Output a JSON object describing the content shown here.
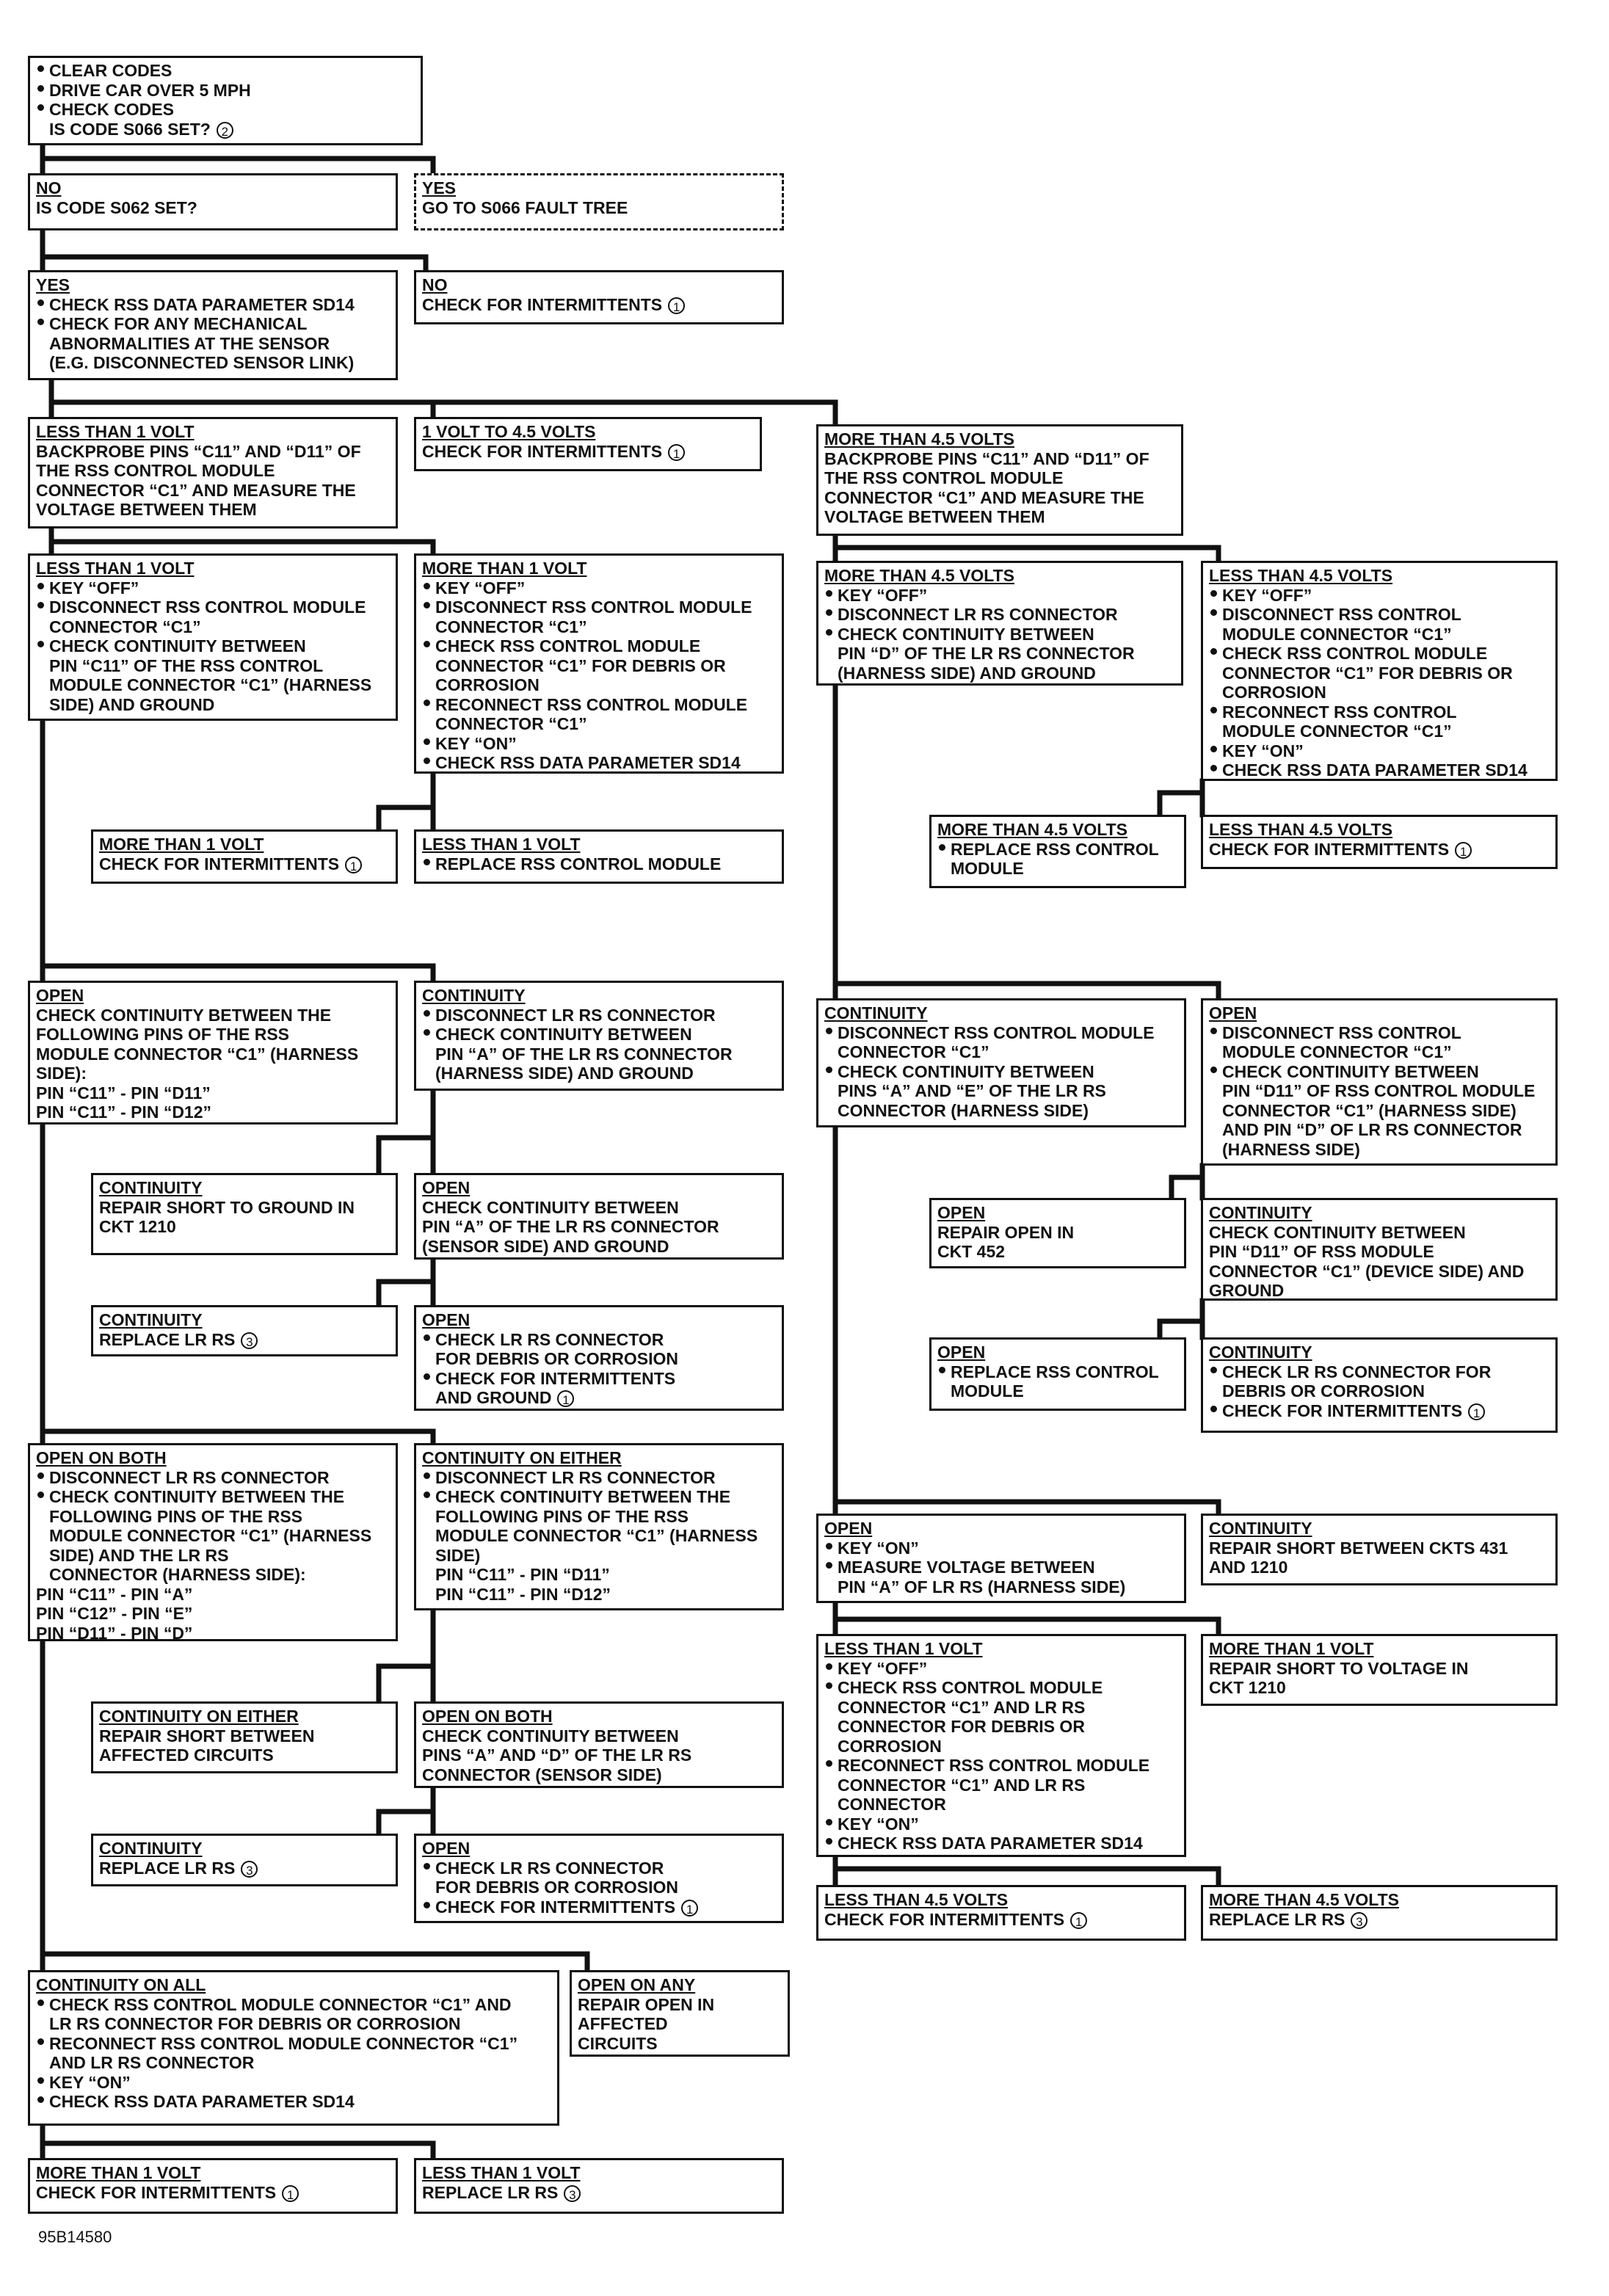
{
  "figure_id": "95B14580",
  "boxes": [
    {
      "id": "b_start",
      "lines": [
        {
          "t": "CLEAR CODES",
          "k": "bul"
        },
        {
          "t": "DRIVE CAR OVER 5 MPH",
          "k": "bul"
        },
        {
          "t": "CHECK CODES",
          "k": "bul"
        },
        {
          "t": "IS CODE S066 SET?",
          "k": "ind",
          "fn": "2"
        }
      ]
    },
    {
      "id": "b_no1",
      "head": "NO",
      "lines": [
        {
          "t": "IS CODE S062 SET?"
        }
      ]
    },
    {
      "id": "b_yes1",
      "head": "YES",
      "dashed": true,
      "lines": [
        {
          "t": "GO TO S066 FAULT TREE"
        }
      ]
    },
    {
      "id": "b_yes2",
      "head": "YES",
      "lines": [
        {
          "t": "CHECK RSS DATA PARAMETER SD14",
          "k": "bul"
        },
        {
          "t": "CHECK FOR ANY MECHANICAL",
          "k": "bul"
        },
        {
          "t": "ABNORMALITIES AT THE SENSOR",
          "k": "ind"
        },
        {
          "t": "(E.G. DISCONNECTED SENSOR LINK)",
          "k": "ind"
        }
      ]
    },
    {
      "id": "b_no2",
      "head": "NO",
      "lines": [
        {
          "t": "CHECK FOR INTERMITTENTS",
          "fn": "1"
        }
      ]
    },
    {
      "id": "b_lt1v",
      "head": "LESS THAN 1 VOLT",
      "lines": [
        {
          "t": "BACKPROBE PINS “C11” AND “D11” OF"
        },
        {
          "t": "THE RSS CONTROL MODULE"
        },
        {
          "t": "CONNECTOR “C1” AND MEASURE THE"
        },
        {
          "t": "VOLTAGE BETWEEN THEM"
        }
      ]
    },
    {
      "id": "b_1to45",
      "head": "1 VOLT TO 4.5 VOLTS",
      "lines": [
        {
          "t": "CHECK FOR INTERMITTENTS",
          "fn": "1"
        }
      ]
    },
    {
      "id": "b_gt45",
      "head": "MORE THAN 4.5 VOLTS",
      "lines": [
        {
          "t": "BACKPROBE PINS “C11” AND “D11” OF"
        },
        {
          "t": "THE RSS CONTROL MODULE"
        },
        {
          "t": "CONNECTOR “C1” AND MEASURE THE"
        },
        {
          "t": "VOLTAGE BETWEEN THEM"
        }
      ]
    },
    {
      "id": "b_a_lt1",
      "head": "LESS THAN 1 VOLT",
      "lines": [
        {
          "t": "KEY “OFF”",
          "k": "bul"
        },
        {
          "t": "DISCONNECT RSS CONTROL MODULE",
          "k": "bul"
        },
        {
          "t": "CONNECTOR “C1”",
          "k": "ind"
        },
        {
          "t": "CHECK CONTINUITY BETWEEN",
          "k": "bul"
        },
        {
          "t": "PIN “C11” OF THE RSS CONTROL",
          "k": "ind"
        },
        {
          "t": "MODULE CONNECTOR “C1” (HARNESS",
          "k": "ind"
        },
        {
          "t": "SIDE) AND GROUND",
          "k": "ind"
        }
      ]
    },
    {
      "id": "b_a_gt1",
      "head": "MORE THAN 1 VOLT",
      "lines": [
        {
          "t": "KEY “OFF”",
          "k": "bul"
        },
        {
          "t": "DISCONNECT RSS CONTROL MODULE",
          "k": "bul"
        },
        {
          "t": "CONNECTOR “C1”",
          "k": "ind"
        },
        {
          "t": "CHECK RSS CONTROL MODULE",
          "k": "bul"
        },
        {
          "t": "CONNECTOR “C1” FOR DEBRIS OR",
          "k": "ind"
        },
        {
          "t": "CORROSION",
          "k": "ind"
        },
        {
          "t": "RECONNECT RSS CONTROL MODULE",
          "k": "bul"
        },
        {
          "t": "CONNECTOR “C1”",
          "k": "ind"
        },
        {
          "t": "KEY “ON”",
          "k": "bul"
        },
        {
          "t": "CHECK RSS DATA PARAMETER SD14",
          "k": "bul"
        }
      ]
    },
    {
      "id": "b_c_gt45",
      "head": "MORE THAN 4.5 VOLTS",
      "lines": [
        {
          "t": "KEY “OFF”",
          "k": "bul"
        },
        {
          "t": "DISCONNECT LR RS CONNECTOR",
          "k": "bul"
        },
        {
          "t": "CHECK CONTINUITY BETWEEN",
          "k": "bul"
        },
        {
          "t": "PIN “D” OF THE LR RS CONNECTOR",
          "k": "ind"
        },
        {
          "t": "(HARNESS SIDE) AND GROUND",
          "k": "ind"
        }
      ]
    },
    {
      "id": "b_c_lt45",
      "head": "LESS THAN 4.5 VOLTS",
      "lines": [
        {
          "t": "KEY “OFF”",
          "k": "bul"
        },
        {
          "t": "DISCONNECT RSS CONTROL",
          "k": "bul"
        },
        {
          "t": "MODULE CONNECTOR “C1”",
          "k": "ind"
        },
        {
          "t": "CHECK RSS CONTROL MODULE",
          "k": "bul"
        },
        {
          "t": "CONNECTOR “C1” FOR DEBRIS OR",
          "k": "ind"
        },
        {
          "t": "CORROSION",
          "k": "ind"
        },
        {
          "t": "RECONNECT RSS CONTROL",
          "k": "bul"
        },
        {
          "t": "MODULE CONNECTOR “C1”",
          "k": "ind"
        },
        {
          "t": "KEY “ON”",
          "k": "bul"
        },
        {
          "t": "CHECK RSS DATA PARAMETER SD14",
          "k": "bul"
        }
      ]
    },
    {
      "id": "b_b_gt1",
      "head": "MORE THAN 1 VOLT",
      "lines": [
        {
          "t": "CHECK FOR INTERMITTENTS",
          "fn": "1"
        }
      ]
    },
    {
      "id": "b_b_lt1",
      "head": "LESS THAN 1 VOLT",
      "lines": [
        {
          "t": "REPLACE RSS CONTROL MODULE",
          "k": "bul"
        }
      ]
    },
    {
      "id": "b_d_gt45",
      "head": "MORE THAN 4.5 VOLTS",
      "lines": [
        {
          "t": "REPLACE RSS CONTROL",
          "k": "bul"
        },
        {
          "t": "MODULE",
          "k": "ind"
        }
      ]
    },
    {
      "id": "b_d_lt45",
      "head": "LESS THAN 4.5 VOLTS",
      "lines": [
        {
          "t": "CHECK FOR INTERMITTENTS",
          "fn": "1"
        }
      ]
    },
    {
      "id": "b_open1",
      "head": "OPEN",
      "lines": [
        {
          "t": "CHECK CONTINUITY BETWEEN THE"
        },
        {
          "t": "FOLLOWING PINS OF THE RSS"
        },
        {
          "t": "MODULE CONNECTOR “C1” (HARNESS"
        },
        {
          "t": "SIDE):"
        },
        {
          "t": "PIN “C11” - PIN “D11”"
        },
        {
          "t": "PIN “C11” - PIN “D12”"
        }
      ]
    },
    {
      "id": "b_cont1",
      "head": "CONTINUITY",
      "lines": [
        {
          "t": "DISCONNECT LR RS CONNECTOR",
          "k": "bul"
        },
        {
          "t": "CHECK CONTINUITY BETWEEN",
          "k": "bul"
        },
        {
          "t": "PIN “A” OF THE LR RS CONNECTOR",
          "k": "ind"
        },
        {
          "t": "(HARNESS SIDE) AND GROUND",
          "k": "ind"
        }
      ]
    },
    {
      "id": "b_cont2",
      "head": "CONTINUITY",
      "lines": [
        {
          "t": "DISCONNECT RSS CONTROL MODULE",
          "k": "bul"
        },
        {
          "t": "CONNECTOR “C1”",
          "k": "ind"
        },
        {
          "t": "CHECK CONTINUITY BETWEEN",
          "k": "bul"
        },
        {
          "t": "PINS “A” AND “E” OF THE LR RS",
          "k": "ind"
        },
        {
          "t": "CONNECTOR (HARNESS SIDE)",
          "k": "ind"
        }
      ]
    },
    {
      "id": "b_open2",
      "head": "OPEN",
      "lines": [
        {
          "t": "DISCONNECT RSS CONTROL",
          "k": "bul"
        },
        {
          "t": "MODULE CONNECTOR “C1”",
          "k": "ind"
        },
        {
          "t": "CHECK CONTINUITY BETWEEN",
          "k": "bul"
        },
        {
          "t": "PIN “D11” OF RSS CONTROL MODULE",
          "k": "ind"
        },
        {
          "t": "CONNECTOR “C1” (HARNESS SIDE)",
          "k": "ind"
        },
        {
          "t": "AND PIN “D” OF LR RS CONNECTOR",
          "k": "ind"
        },
        {
          "t": "(HARNESS SIDE)",
          "k": "ind"
        }
      ]
    },
    {
      "id": "b_cont3",
      "head": "CONTINUITY",
      "lines": [
        {
          "t": "REPAIR SHORT TO GROUND IN"
        },
        {
          "t": "CKT 1210"
        }
      ]
    },
    {
      "id": "b_open3",
      "head": "OPEN",
      "lines": [
        {
          "t": "CHECK CONTINUITY BETWEEN"
        },
        {
          "t": "PIN “A” OF THE LR RS CONNECTOR"
        },
        {
          "t": "(SENSOR SIDE) AND GROUND"
        }
      ]
    },
    {
      "id": "b_open4",
      "head": "OPEN",
      "lines": [
        {
          "t": "REPAIR OPEN IN"
        },
        {
          "t": "CKT 452"
        }
      ]
    },
    {
      "id": "b_cont4",
      "head": "CONTINUITY",
      "lines": [
        {
          "t": "CHECK CONTINUITY BETWEEN"
        },
        {
          "t": "PIN “D11” OF RSS MODULE"
        },
        {
          "t": "CONNECTOR “C1” (DEVICE SIDE) AND"
        },
        {
          "t": "GROUND"
        }
      ]
    },
    {
      "id": "b_cont5",
      "head": "CONTINUITY",
      "lines": [
        {
          "t": "REPLACE LR RS",
          "fn": "3"
        }
      ]
    },
    {
      "id": "b_open5",
      "head": "OPEN",
      "lines": [
        {
          "t": "CHECK LR RS CONNECTOR",
          "k": "bul"
        },
        {
          "t": "FOR DEBRIS OR CORROSION",
          "k": "ind"
        },
        {
          "t": "CHECK FOR INTERMITTENTS",
          "k": "bul"
        },
        {
          "t": "AND GROUND",
          "k": "ind",
          "fn": "1"
        }
      ]
    },
    {
      "id": "b_open6",
      "head": "OPEN",
      "lines": [
        {
          "t": "REPLACE RSS CONTROL",
          "k": "bul"
        },
        {
          "t": "MODULE",
          "k": "ind"
        }
      ]
    },
    {
      "id": "b_cont6",
      "head": "CONTINUITY",
      "lines": [
        {
          "t": "CHECK LR RS CONNECTOR FOR",
          "k": "bul"
        },
        {
          "t": "DEBRIS OR CORROSION",
          "k": "ind"
        },
        {
          "t": "CHECK FOR INTERMITTENTS",
          "k": "bul",
          "fn": "1"
        }
      ]
    },
    {
      "id": "b_openboth",
      "head": "OPEN ON BOTH",
      "lines": [
        {
          "t": "DISCONNECT LR RS CONNECTOR",
          "k": "bul"
        },
        {
          "t": "CHECK CONTINUITY BETWEEN THE",
          "k": "bul"
        },
        {
          "t": "FOLLOWING PINS OF THE RSS",
          "k": "ind"
        },
        {
          "t": "MODULE CONNECTOR “C1” (HARNESS",
          "k": "ind"
        },
        {
          "t": "SIDE) AND THE LR RS",
          "k": "ind"
        },
        {
          "t": "CONNECTOR (HARNESS SIDE):",
          "k": "ind"
        },
        {
          "t": "PIN “C11” - PIN “A”"
        },
        {
          "t": "PIN “C12” - PIN “E”"
        },
        {
          "t": "PIN “D11” - PIN “D”"
        }
      ]
    },
    {
      "id": "b_conteither",
      "head": "CONTINUITY ON EITHER",
      "lines": [
        {
          "t": "DISCONNECT LR RS CONNECTOR",
          "k": "bul"
        },
        {
          "t": "CHECK CONTINUITY BETWEEN THE",
          "k": "bul"
        },
        {
          "t": "FOLLOWING PINS OF THE RSS",
          "k": "ind"
        },
        {
          "t": "MODULE CONNECTOR “C1” (HARNESS",
          "k": "ind"
        },
        {
          "t": "SIDE)",
          "k": "ind"
        },
        {
          "t": "PIN “C11” - PIN “D11”",
          "k": "ind"
        },
        {
          "t": "PIN “C11” - PIN “D12”",
          "k": "ind"
        }
      ]
    },
    {
      "id": "b_open7",
      "head": "OPEN",
      "lines": [
        {
          "t": "KEY “ON”",
          "k": "bul"
        },
        {
          "t": "MEASURE VOLTAGE BETWEEN",
          "k": "bul"
        },
        {
          "t": "PIN “A” OF LR RS (HARNESS SIDE)",
          "k": "ind"
        }
      ]
    },
    {
      "id": "b_cont7",
      "head": "CONTINUITY",
      "lines": [
        {
          "t": "REPAIR SHORT BETWEEN CKTS 431"
        },
        {
          "t": "AND 1210"
        }
      ]
    },
    {
      "id": "b_e_lt1",
      "head": "LESS THAN 1 VOLT",
      "lines": [
        {
          "t": "KEY “OFF”",
          "k": "bul"
        },
        {
          "t": "CHECK RSS CONTROL MODULE",
          "k": "bul"
        },
        {
          "t": "CONNECTOR “C1” AND LR RS",
          "k": "ind"
        },
        {
          "t": "CONNECTOR FOR DEBRIS OR",
          "k": "ind"
        },
        {
          "t": "CORROSION",
          "k": "ind"
        },
        {
          "t": "RECONNECT RSS CONTROL MODULE",
          "k": "bul"
        },
        {
          "t": "CONNECTOR “C1” AND LR RS",
          "k": "ind"
        },
        {
          "t": "CONNECTOR",
          "k": "ind"
        },
        {
          "t": "KEY “ON”",
          "k": "bul"
        },
        {
          "t": "CHECK RSS DATA PARAMETER SD14",
          "k": "bul"
        }
      ]
    },
    {
      "id": "b_e_gt1",
      "head": "MORE THAN 1 VOLT",
      "lines": [
        {
          "t": "REPAIR SHORT TO VOLTAGE IN"
        },
        {
          "t": "CKT 1210"
        }
      ]
    },
    {
      "id": "b_conteither2",
      "head": "CONTINUITY ON EITHER",
      "lines": [
        {
          "t": "REPAIR SHORT BETWEEN"
        },
        {
          "t": "AFFECTED CIRCUITS"
        }
      ]
    },
    {
      "id": "b_openboth2",
      "head": "OPEN ON BOTH",
      "lines": [
        {
          "t": "CHECK CONTINUITY BETWEEN"
        },
        {
          "t": "PINS “A” AND “D” OF THE LR RS"
        },
        {
          "t": "CONNECTOR (SENSOR SIDE)"
        }
      ]
    },
    {
      "id": "b_cont8",
      "head": "CONTINUITY",
      "lines": [
        {
          "t": "REPLACE LR RS",
          "fn": "3"
        }
      ]
    },
    {
      "id": "b_open8",
      "head": "OPEN",
      "lines": [
        {
          "t": "CHECK LR RS CONNECTOR",
          "k": "bul"
        },
        {
          "t": "FOR DEBRIS OR CORROSION",
          "k": "ind"
        },
        {
          "t": "CHECK FOR INTERMITTENTS",
          "k": "bul",
          "fn": "1"
        }
      ]
    },
    {
      "id": "b_f_lt45",
      "head": "LESS THAN 4.5 VOLTS",
      "lines": [
        {
          "t": "CHECK FOR INTERMITTENTS",
          "fn": "1"
        }
      ]
    },
    {
      "id": "b_f_gt45",
      "head": "MORE THAN 4.5 VOLTS",
      "lines": [
        {
          "t": "REPLACE LR RS",
          "fn": "3"
        }
      ]
    },
    {
      "id": "b_contall",
      "head": "CONTINUITY ON ALL",
      "lines": [
        {
          "t": "CHECK RSS CONTROL MODULE CONNECTOR “C1” AND",
          "k": "bul"
        },
        {
          "t": "LR RS CONNECTOR FOR DEBRIS OR CORROSION",
          "k": "ind"
        },
        {
          "t": "RECONNECT RSS CONTROL MODULE CONNECTOR “C1”",
          "k": "bul"
        },
        {
          "t": "AND LR RS CONNECTOR",
          "k": "ind"
        },
        {
          "t": "KEY “ON”",
          "k": "bul"
        },
        {
          "t": "CHECK RSS DATA PARAMETER SD14",
          "k": "bul"
        }
      ]
    },
    {
      "id": "b_openany",
      "head": "OPEN ON ANY",
      "lines": [
        {
          "t": "REPAIR OPEN IN"
        },
        {
          "t": "AFFECTED"
        },
        {
          "t": "CIRCUITS"
        }
      ]
    },
    {
      "id": "b_g_gt1",
      "head": "MORE THAN 1 VOLT",
      "lines": [
        {
          "t": "CHECK FOR INTERMITTENTS",
          "fn": "1"
        }
      ]
    },
    {
      "id": "b_g_lt1",
      "head": "LESS THAN 1 VOLT",
      "lines": [
        {
          "t": "REPLACE LR RS",
          "fn": "3"
        }
      ]
    }
  ]
}
